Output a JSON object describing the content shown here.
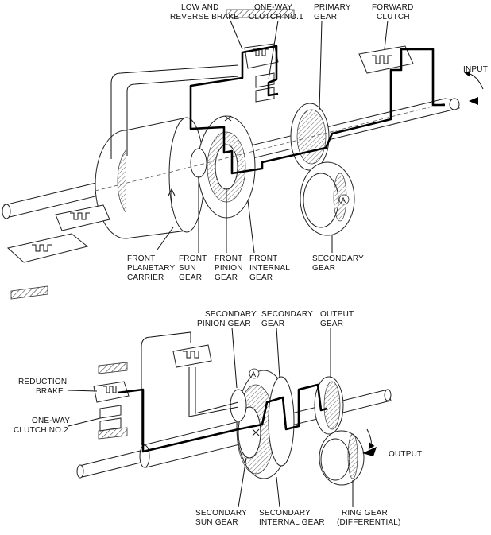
{
  "top_diagram": {
    "labels": {
      "low_reverse_brake": [
        "LOW AND",
        "REVERSE BRAKE"
      ],
      "one_way_clutch_1": [
        "ONE-WAY",
        "CLUTCH NO.1"
      ],
      "primary_gear": [
        "PRIMARY",
        "GEAR"
      ],
      "forward_clutch": [
        "FORWARD",
        "CLUTCH"
      ],
      "input": "INPUT",
      "front_planetary_carrier": [
        "FRONT",
        "PLANETARY",
        "CARRIER"
      ],
      "front_sun_gear": [
        "FRONT",
        "SUN",
        "GEAR"
      ],
      "front_pinion_gear": [
        "FRONT",
        "PINION",
        "GEAR"
      ],
      "front_internal_gear": [
        "FRONT",
        "INTERNAL",
        "GEAR"
      ],
      "secondary_gear": [
        "SECONDARY",
        "GEAR"
      ],
      "marker_a": "A"
    }
  },
  "bottom_diagram": {
    "labels": {
      "secondary_pinion_gear": [
        "SECONDARY",
        "PINION GEAR"
      ],
      "secondary_gear": [
        "SECONDARY",
        "GEAR"
      ],
      "output_gear": [
        "OUTPUT",
        "GEAR"
      ],
      "reduction_brake": [
        "REDUCTION",
        "BRAKE"
      ],
      "one_way_clutch_2": [
        "ONE-WAY",
        "CLUTCH NO.2"
      ],
      "output": "OUTPUT",
      "secondary_sun_gear": [
        "SECONDARY",
        "SUN GEAR"
      ],
      "secondary_internal_gear": [
        "SECONDARY",
        "INTERNAL GEAR"
      ],
      "ring_gear": [
        "RING GEAR",
        "(DIFFERENTIAL)"
      ],
      "marker_a": "A"
    }
  }
}
